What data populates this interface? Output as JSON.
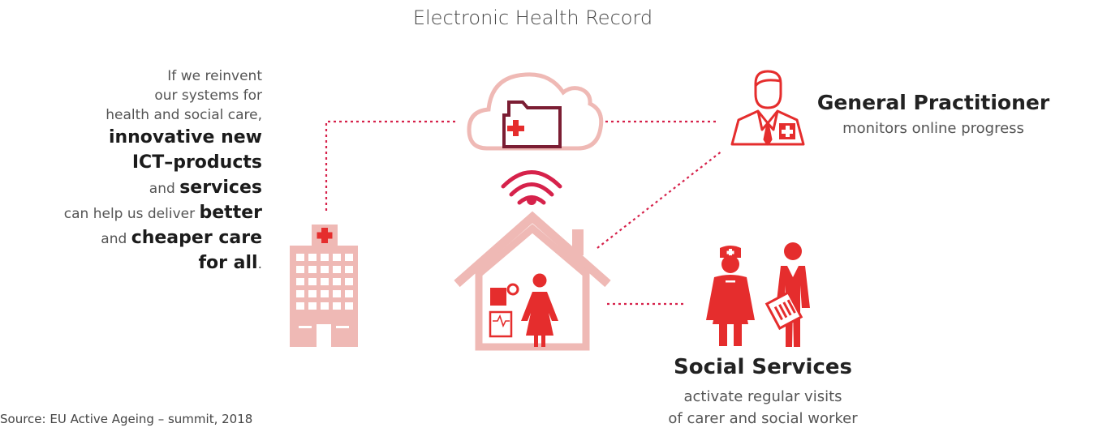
{
  "title": "Electronic Health Record",
  "pitch": {
    "l1": "If we reinvent",
    "l2": "our systems for",
    "l3": "health and social care,",
    "b1": "innovative new",
    "b2": "ICT–products",
    "and1": "and ",
    "b3": "services",
    "l4": "can help us deliver ",
    "b4": "better",
    "and2": "and ",
    "b5": "cheaper care",
    "b6": "for all",
    "dot": "."
  },
  "gp": {
    "title": "General Practitioner",
    "subtitle": "monitors online progress"
  },
  "social": {
    "title": "Social Services",
    "line1": "activate regular visits",
    "line2": "of carer and social worker"
  },
  "source": "Source: EU Active Ageing – summit, 2018",
  "colors": {
    "red": "#e52d2d",
    "pink": "#efb9b5",
    "maroon": "#7b1d33",
    "line": "#d6224b"
  },
  "icons": [
    "cloud-folder-icon",
    "wifi-icon",
    "house-icon",
    "hospital-icon",
    "doctor-icon",
    "nurse-icon",
    "social-worker-icon"
  ]
}
